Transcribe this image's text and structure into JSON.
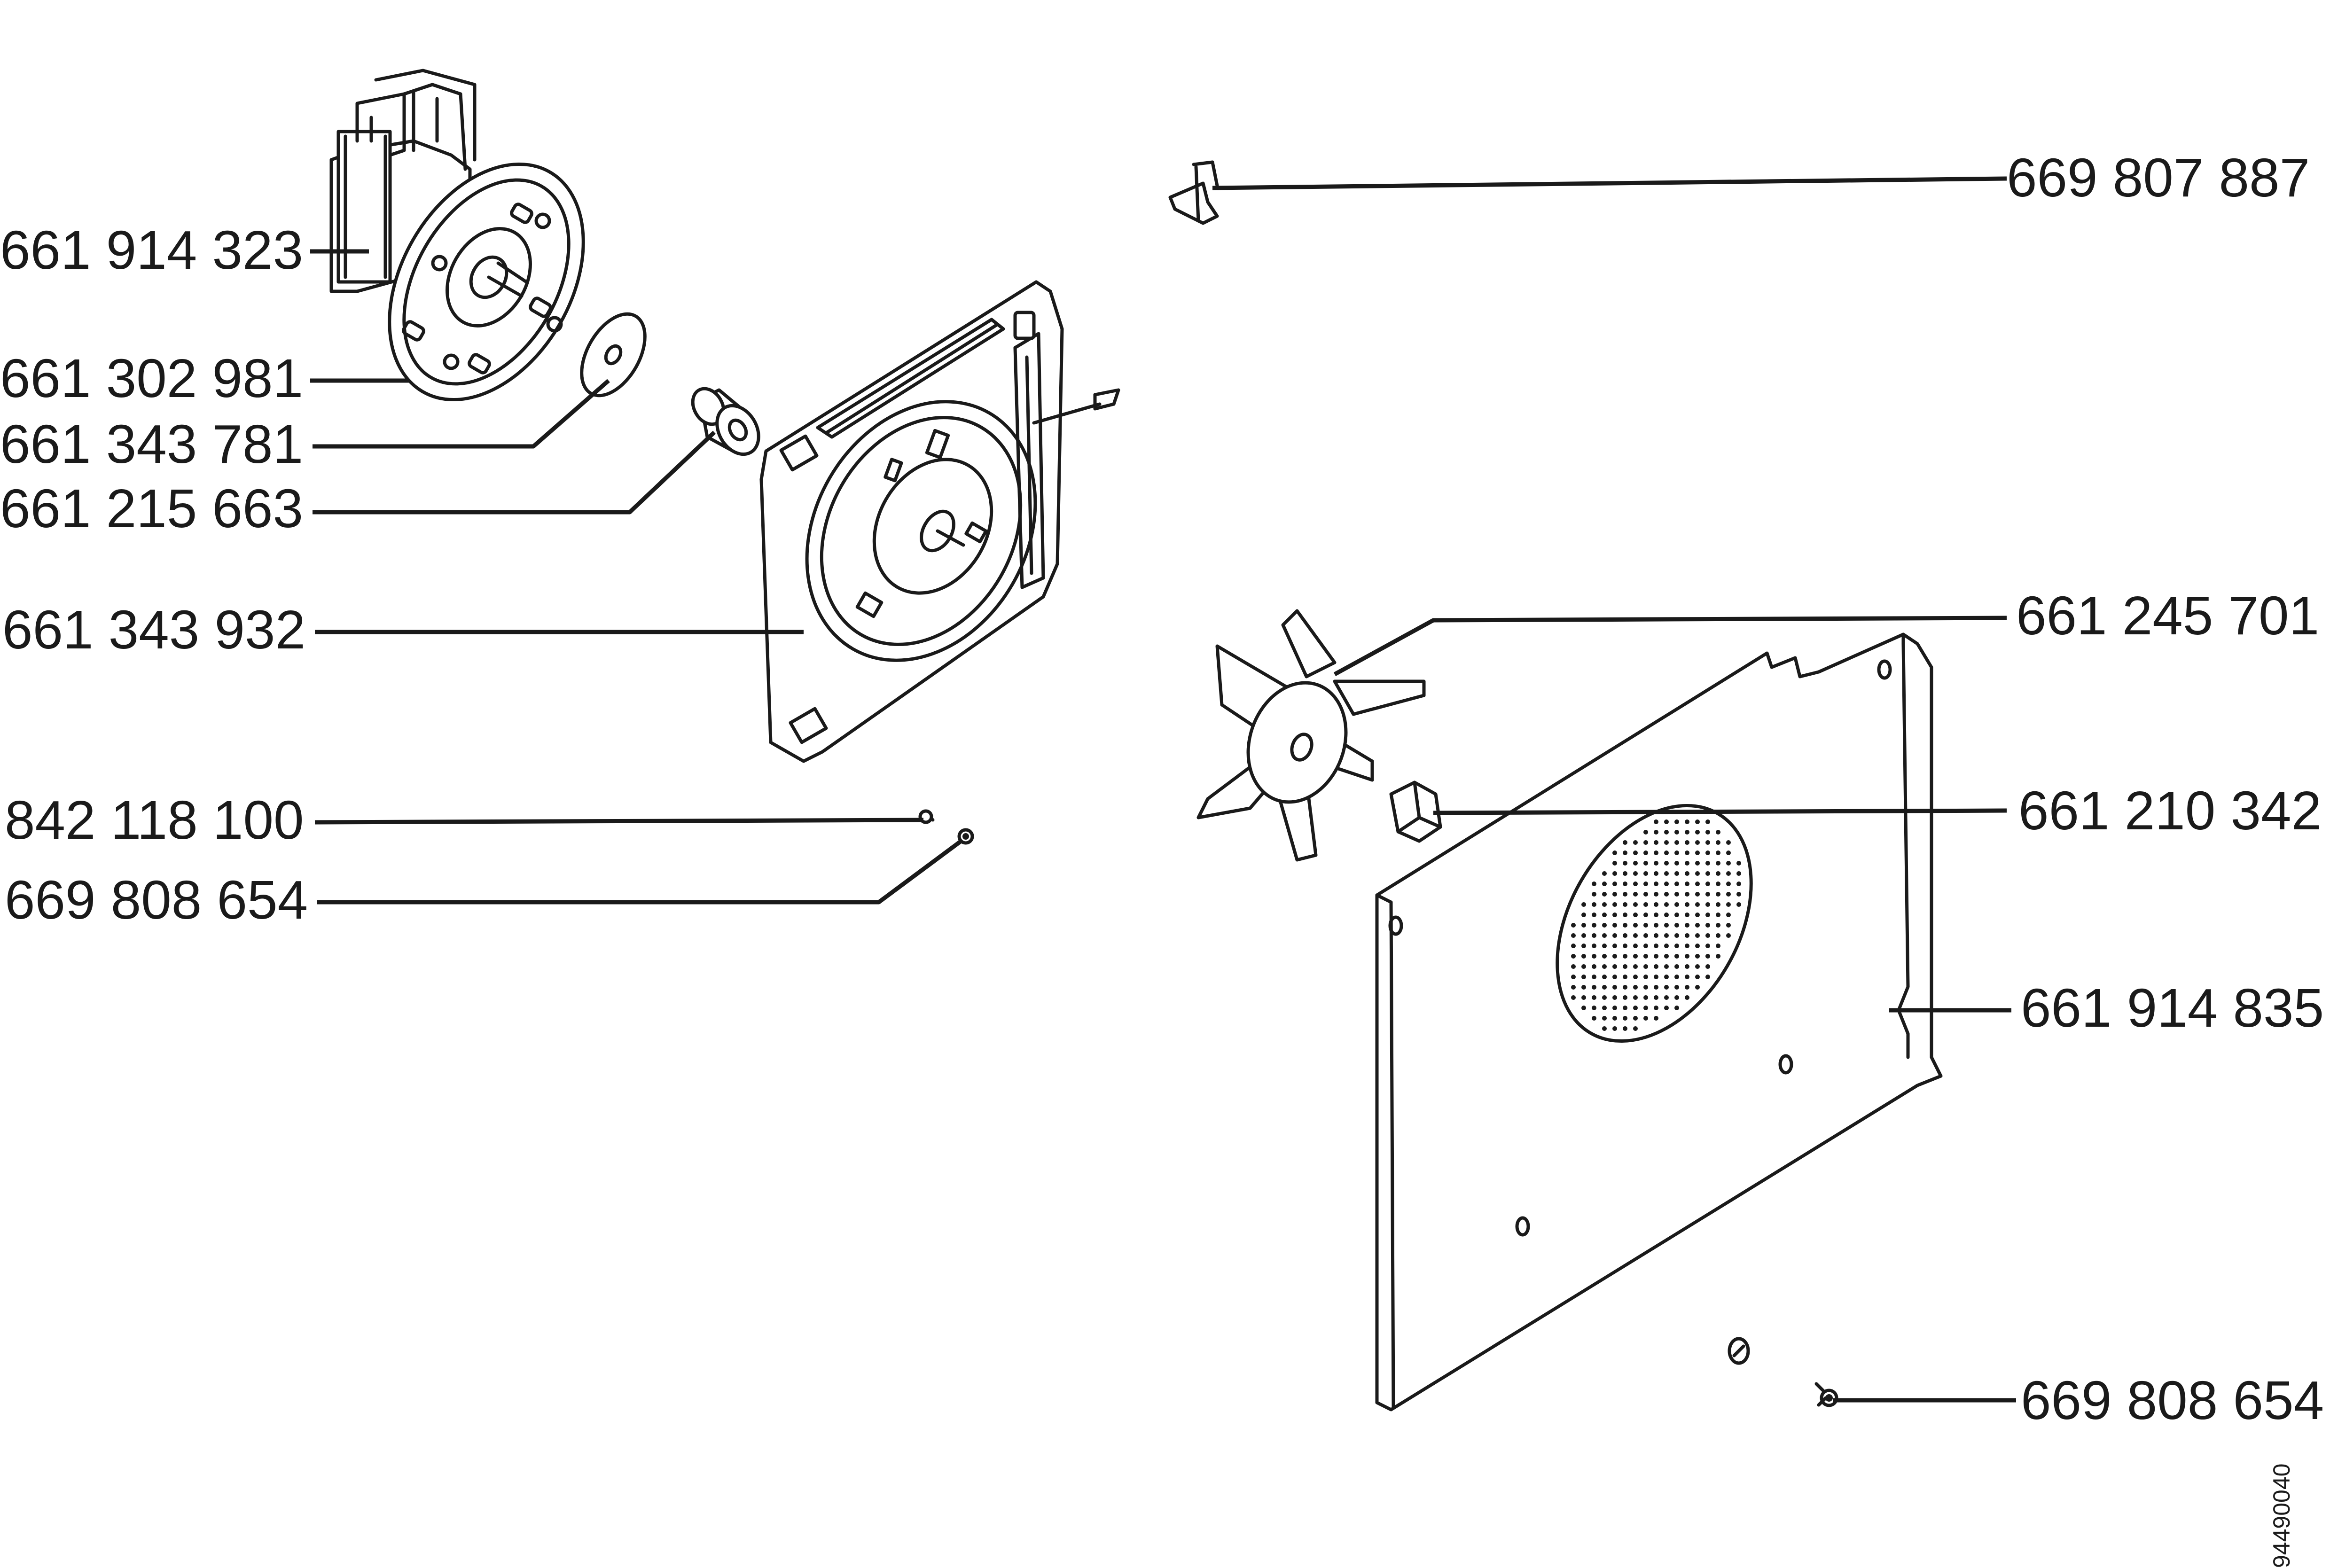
{
  "figure": {
    "document_number": "94490040"
  },
  "callouts": [
    {
      "id": "c1",
      "text": "661 914 323"
    },
    {
      "id": "c2",
      "text": "661 302 981"
    },
    {
      "id": "c3",
      "text": "661 343 781"
    },
    {
      "id": "c4",
      "text": "661 215 663"
    },
    {
      "id": "c5",
      "text": "661 343 932"
    },
    {
      "id": "c6",
      "text": "842 118 100"
    },
    {
      "id": "c7",
      "text": "669 808 654"
    },
    {
      "id": "c8",
      "text": "669 807 887"
    },
    {
      "id": "c9",
      "text": "661 245 701"
    },
    {
      "id": "c10",
      "text": "661 210 342"
    },
    {
      "id": "c11",
      "text": "661 914 835"
    },
    {
      "id": "c12",
      "text": "669 808 654"
    }
  ]
}
